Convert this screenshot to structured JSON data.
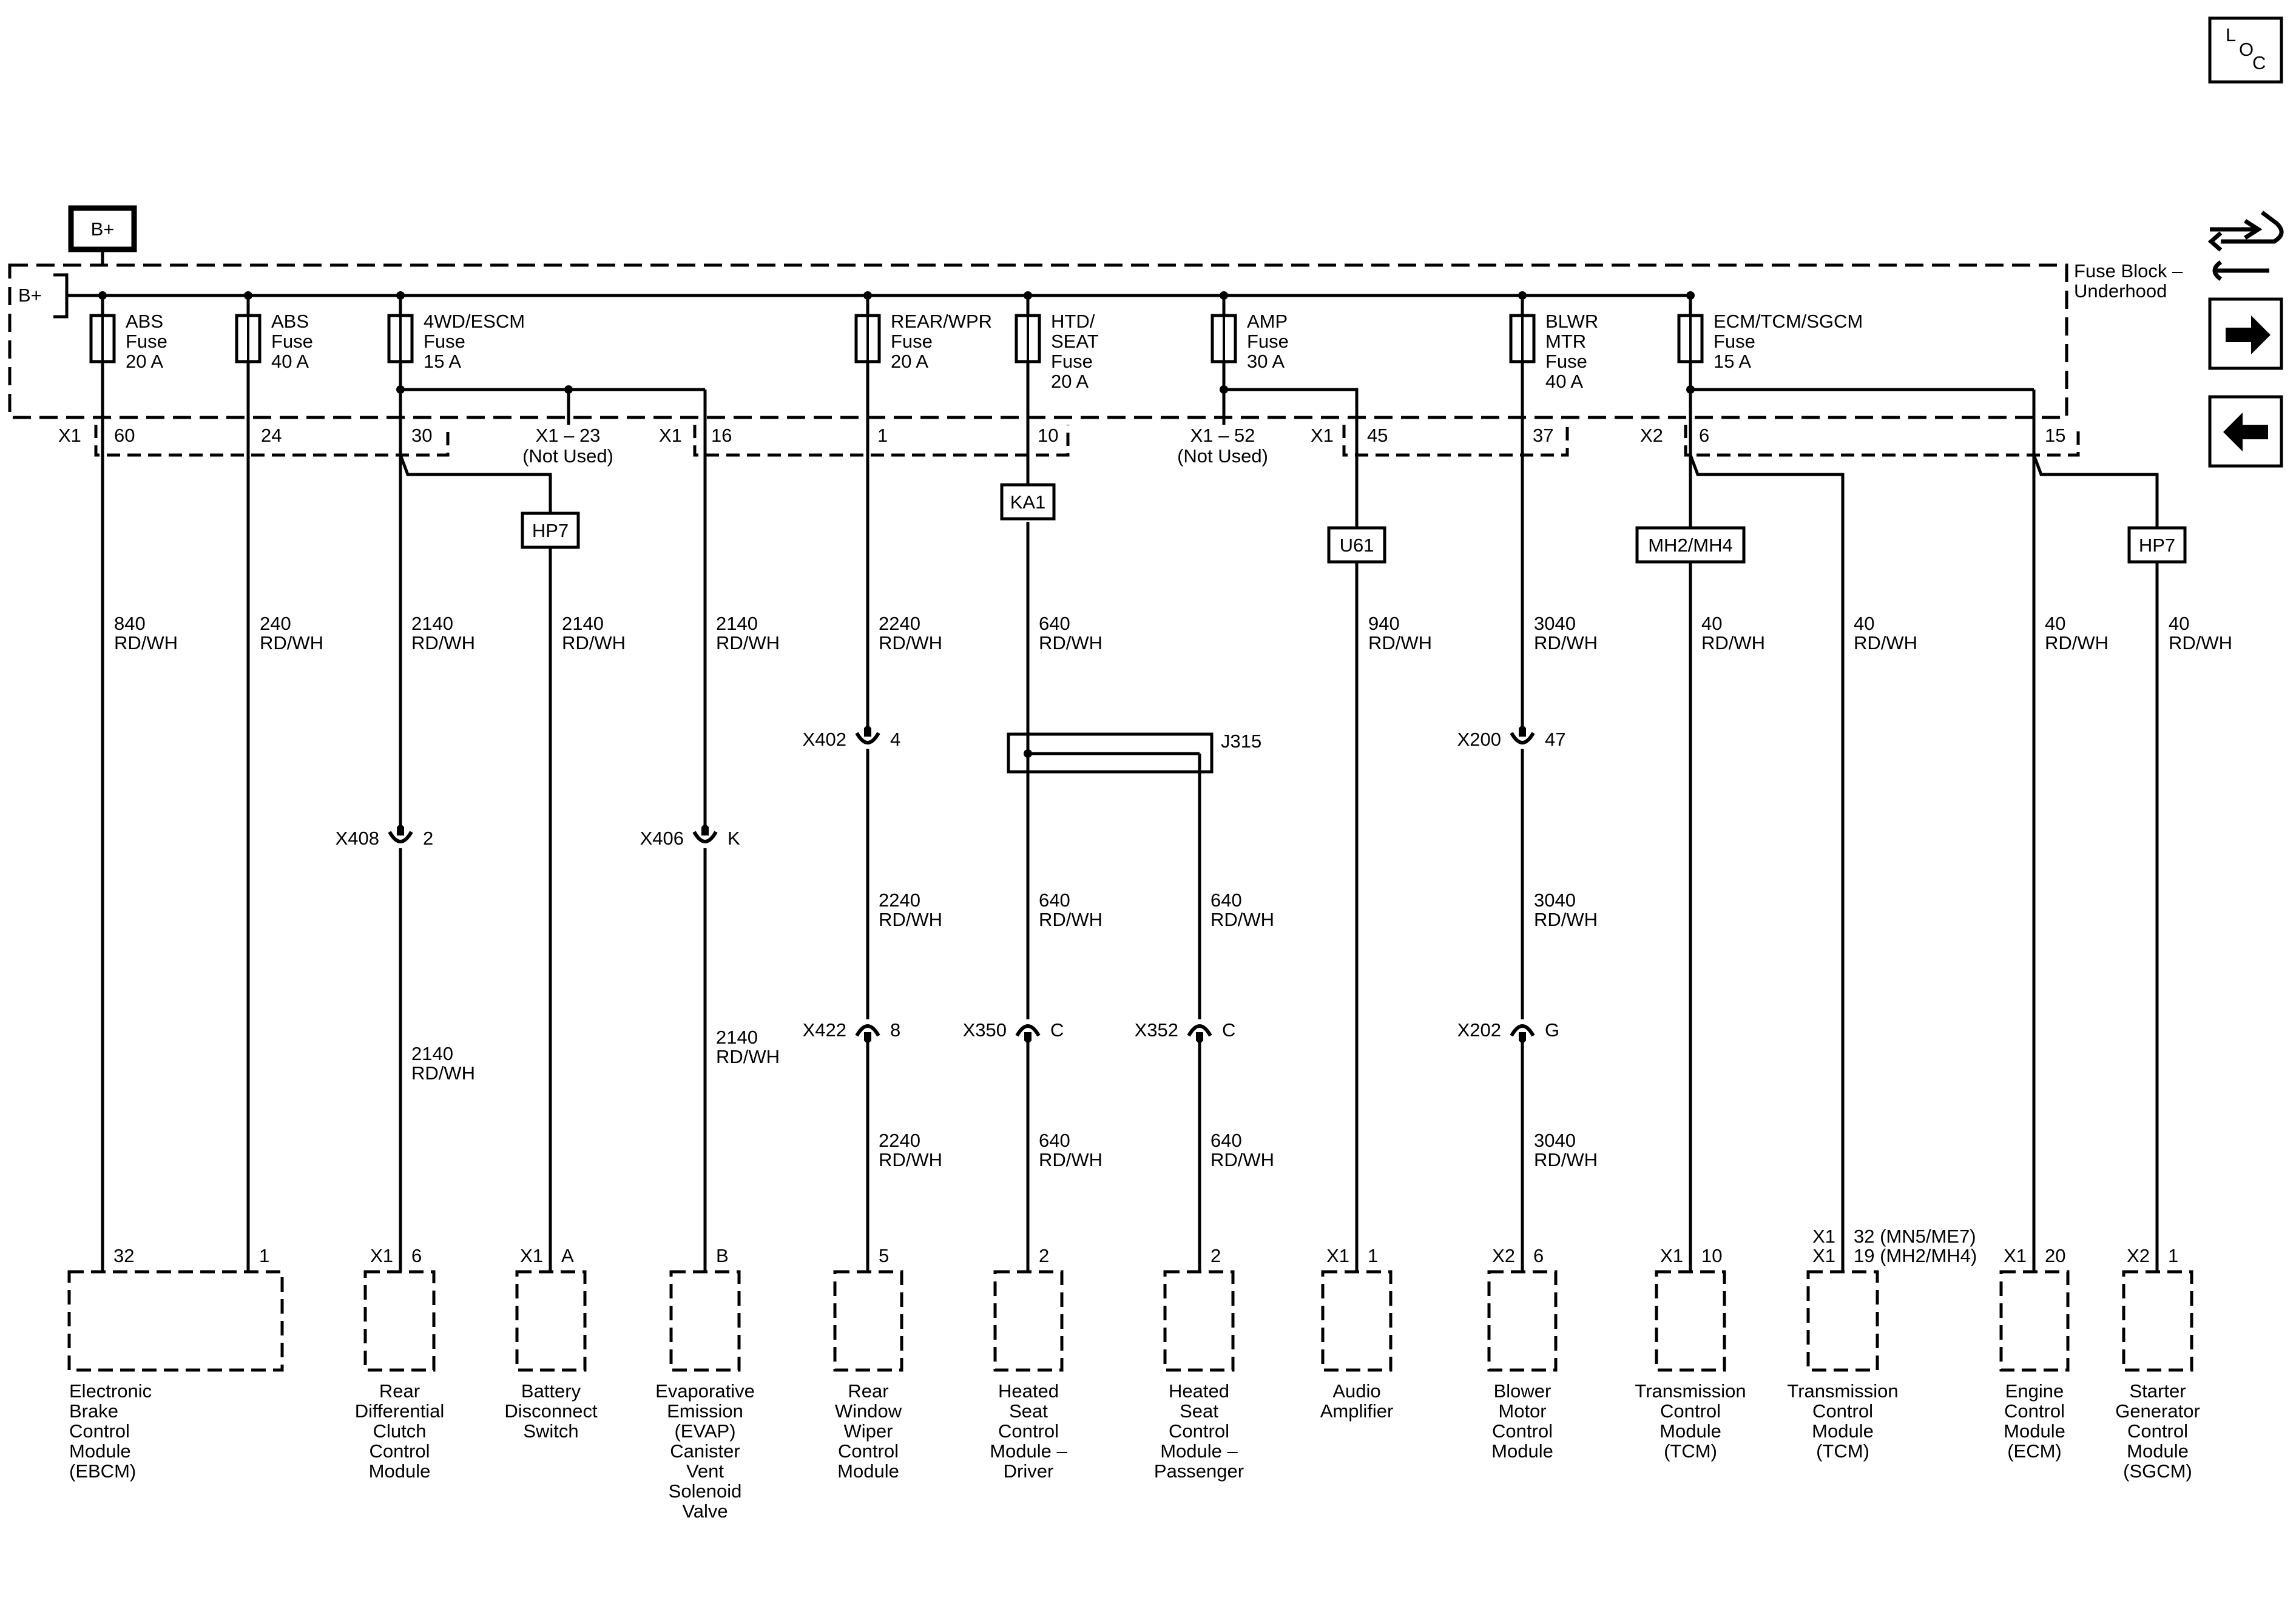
{
  "supply": {
    "bplus": "B+"
  },
  "fuse_block": {
    "label_line1": "Fuse Block –",
    "label_line2": "Underhood"
  },
  "nav": {
    "loc_l": "L",
    "loc_o": "O",
    "loc_c": "C"
  },
  "fuses": [
    {
      "name": [
        "ABS",
        "Fuse",
        "20 A"
      ]
    },
    {
      "name": [
        "ABS",
        "Fuse",
        "40 A"
      ]
    },
    {
      "name": [
        "4WD/ESCM",
        "Fuse",
        "15 A"
      ]
    },
    {
      "name": [
        "REAR/WPR",
        "Fuse",
        "20 A"
      ]
    },
    {
      "name": [
        "HTD/",
        "SEAT",
        "Fuse",
        "20 A"
      ]
    },
    {
      "name": [
        "AMP",
        "Fuse",
        "30 A"
      ]
    },
    {
      "name": [
        "BLWR",
        "MTR",
        "Fuse",
        "40 A"
      ]
    },
    {
      "name": [
        "ECM/TCM/SGCM",
        "Fuse",
        "15 A"
      ]
    }
  ],
  "connector_texts": [
    "X1",
    "60",
    "24",
    "30",
    "X1 – 23",
    "(Not Used)",
    "X1",
    "16",
    "1",
    "10",
    "X1 – 52",
    "(Not Used)",
    "X1",
    "45",
    "37",
    "X2",
    "6",
    "15"
  ],
  "options": [
    "HP7",
    "HP7",
    "KA1",
    "U61",
    "MH2/MH4"
  ],
  "splice": "J315",
  "wire_labels": [
    [
      "840",
      "RD/WH"
    ],
    [
      "240",
      "RD/WH"
    ],
    [
      "2140",
      "RD/WH"
    ],
    [
      "2140",
      "RD/WH"
    ],
    [
      "2140",
      "RD/WH"
    ],
    [
      "2240",
      "RD/WH"
    ],
    [
      "640",
      "RD/WH"
    ],
    [
      "940",
      "RD/WH"
    ],
    [
      "3040",
      "RD/WH"
    ],
    [
      "40",
      "RD/WH"
    ],
    [
      "40",
      "RD/WH"
    ],
    [
      "40",
      "RD/WH"
    ],
    [
      "40",
      "RD/WH"
    ],
    [
      "2140",
      "RD/WH"
    ],
    [
      "2140",
      "RD/WH"
    ],
    [
      "2240",
      "RD/WH"
    ],
    [
      "640",
      "RD/WH"
    ],
    [
      "640",
      "RD/WH"
    ],
    [
      "3040",
      "RD/WH"
    ],
    [
      "2240",
      "RD/WH"
    ],
    [
      "640",
      "RD/WH"
    ],
    [
      "640",
      "RD/WH"
    ],
    [
      "3040",
      "RD/WH"
    ]
  ],
  "inline_connectors": [
    [
      "X402",
      "4"
    ],
    [
      "X200",
      "47"
    ],
    [
      "X408",
      "2"
    ],
    [
      "X406",
      "K"
    ],
    [
      "X422",
      "8"
    ],
    [
      "X350",
      "C"
    ],
    [
      "X352",
      "C"
    ],
    [
      "X202",
      "G"
    ]
  ],
  "pins": [
    [
      "32"
    ],
    [
      "1"
    ],
    [
      "X1",
      "6"
    ],
    [
      "X1",
      "A"
    ],
    [
      "B"
    ],
    [
      "5"
    ],
    [
      "2"
    ],
    [
      "2"
    ],
    [
      "X1",
      "1"
    ],
    [
      "X2",
      "6"
    ],
    [
      "X1",
      "10"
    ],
    [
      "X1",
      "20"
    ],
    [
      "X2",
      "1"
    ]
  ],
  "tcm2_pins": [
    "X1",
    "32 (MN5/ME7)",
    "X1",
    "19 (MH2/MH4)"
  ],
  "components": [
    [
      "Electronic",
      "Brake",
      "Control",
      "Module",
      "(EBCM)"
    ],
    [
      "Rear",
      "Differential",
      "Clutch",
      "Control",
      "Module"
    ],
    [
      "Battery",
      "Disconnect",
      "Switch"
    ],
    [
      "Evaporative",
      "Emission",
      "(EVAP)",
      "Canister",
      "Vent",
      "Solenoid",
      "Valve"
    ],
    [
      "Rear",
      "Window",
      "Wiper",
      "Control",
      "Module"
    ],
    [
      "Heated",
      "Seat",
      "Control",
      "Module –",
      "Driver"
    ],
    [
      "Heated",
      "Seat",
      "Control",
      "Module –",
      "Passenger"
    ],
    [
      "Audio",
      "Amplifier"
    ],
    [
      "Blower",
      "Motor",
      "Control",
      "Module"
    ],
    [
      "Transmission",
      "Control",
      "Module",
      "(TCM)"
    ],
    [
      "Transmission",
      "Control",
      "Module",
      "(TCM)"
    ],
    [
      "Engine",
      "Control",
      "Module",
      "(ECM)"
    ],
    [
      "Starter",
      "Generator",
      "Control",
      "Module",
      "(SGCM)"
    ]
  ]
}
